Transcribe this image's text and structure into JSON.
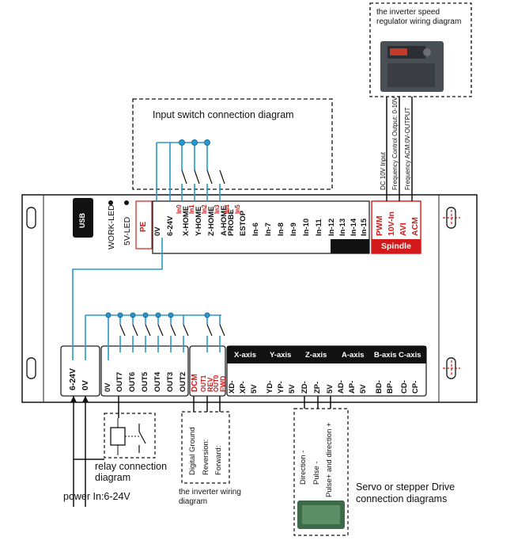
{
  "titles": {
    "input_switch": "Input switch connection diagram",
    "inverter_speed": "the inverter speed regulator wiring diagram",
    "relay": "relay connection diagram",
    "power_in": "power In:6-24V",
    "inverter_wiring": "the inverter wiring diagram",
    "servo": "Servo or stepper Drive connection diagrams"
  },
  "board": {
    "usb": "USB",
    "work_led": "WORK-LED",
    "led_5v": "5V-LED",
    "pe": "PE"
  },
  "inputs": {
    "pins": [
      "0V",
      "6-24V",
      "X-HOME",
      "Y-HOME",
      "Z-HOME",
      "A-HOME",
      "PROBE",
      "ESTOP",
      "In-6",
      "In-7",
      "In-8",
      "In-9",
      "In-10",
      "In-11",
      "In-12",
      "In-13",
      "In-14",
      "In-15"
    ],
    "small_tags": [
      "In0",
      "In1",
      "In2",
      "In3",
      "In4",
      "In5"
    ]
  },
  "spindle": {
    "label": "Spindle",
    "pins": [
      "PWM",
      "10V-In",
      "AVI",
      "ACM"
    ],
    "notes": [
      "DC 10V Input",
      "Frequency Control Output: 0-10V",
      "Frequency ACM:0V-OUTPUT"
    ]
  },
  "power": {
    "pins": [
      "6-24V",
      "0V"
    ]
  },
  "outputs": {
    "pins": [
      "0V",
      "OUT7",
      "OUT6",
      "OUT5",
      "OUT4",
      "OUT3",
      "OUT2"
    ]
  },
  "inverter": {
    "pins": [
      "DCM",
      "OUT1",
      "REV",
      "OUT0",
      "FWD"
    ],
    "notes": [
      "Digital Ground",
      "Reversion:",
      "Forward:"
    ]
  },
  "axes": [
    {
      "name": "X-axis",
      "pins": [
        "XD-",
        "XP-",
        "5V"
      ]
    },
    {
      "name": "Y-axis",
      "pins": [
        "YD-",
        "YP-",
        "5V"
      ]
    },
    {
      "name": "Z-axis",
      "pins": [
        "ZD-",
        "ZP-",
        "5V"
      ]
    },
    {
      "name": "A-axis",
      "pins": [
        "AD-",
        "AP-",
        "5V"
      ]
    },
    {
      "name": "B-axis",
      "pins": [
        "BD-",
        "BP-"
      ]
    },
    {
      "name": "C-axis",
      "pins": [
        "CD-",
        "CP-"
      ]
    }
  ],
  "drive_notes": [
    "Direction -",
    "Pulse -",
    "Pulse+ and direction +"
  ]
}
